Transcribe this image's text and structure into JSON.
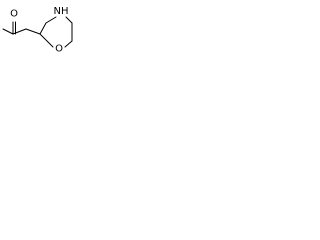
{
  "molecule": {
    "atoms": {
      "amine": {
        "symbol": "N",
        "hydrogen": "H"
      },
      "ether": {
        "symbol": "O"
      },
      "carbonyl": {
        "symbol": "O"
      }
    },
    "colors": {
      "bond": "#000000",
      "label": "#000000",
      "background": "#ffffff"
    }
  }
}
